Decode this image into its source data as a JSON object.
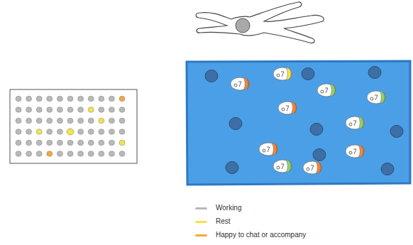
{
  "diagram": {
    "legend": [
      {
        "text": "Working",
        "color": "#b9b9b9"
      },
      {
        "text": "Rest",
        "color": "#f3e34c"
      },
      {
        "text": "Happy to chat or accompany",
        "color": "#f2a93b"
      }
    ]
  }
}
